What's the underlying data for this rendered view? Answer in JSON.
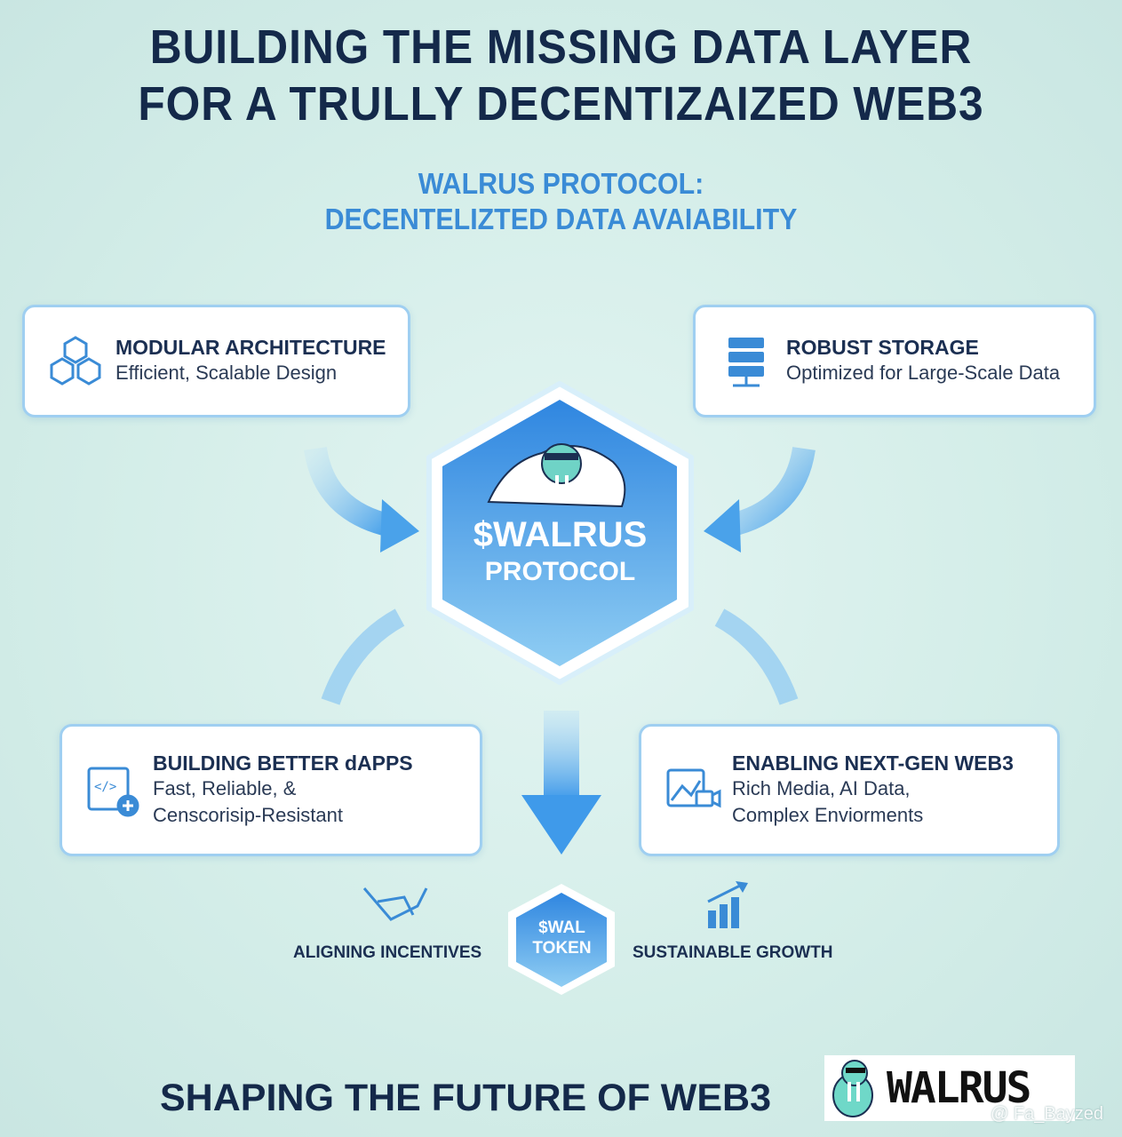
{
  "header": {
    "title_line1": "BUILDING THE MISSING DATA LAYER",
    "title_line2": "FOR A TRULLY DECENTIZAIZED WEB3",
    "subtitle_line1": "WALRUS PROTOCOL:",
    "subtitle_line2": "DECENTELIZTED DATA AVAIABILITY"
  },
  "cards": [
    {
      "title": "MODULAR ARCHITECTURE",
      "desc1": "Efficient, Scalable Design",
      "icon": "modular-cubes-icon"
    },
    {
      "title": "ROBUST STORAGE",
      "desc1": "Optimized for Large-Scale Data",
      "icon": "server-storage-icon"
    },
    {
      "title": "BUILDING BETTER dAPPS",
      "desc1": "Fast, Reliable, &",
      "desc2": "Censcorisip-Resistant",
      "icon": "code-window-icon"
    },
    {
      "title": "ENABLING NEXT-GEN WEB3",
      "desc1": "Rich Media, AI Data,",
      "desc2": "Complex Enviorments",
      "icon": "media-icon"
    }
  ],
  "center": {
    "line1": "$WALRUS",
    "line2": "PROTOCOL"
  },
  "token": {
    "line1": "$WAL",
    "line2": "TOKEN",
    "left_label": "ALIGNING INCENTIVES",
    "right_label": "SUSTAINABLE GROWTH"
  },
  "footer": {
    "tagline": "SHAPING THE FUTURE OF WEB3",
    "logo_text": "WALRUS",
    "watermark": "@ Fa_Bayzed"
  },
  "colors": {
    "accent": "#3a8bd6",
    "dark": "#14294a",
    "border": "#9fcff1"
  }
}
